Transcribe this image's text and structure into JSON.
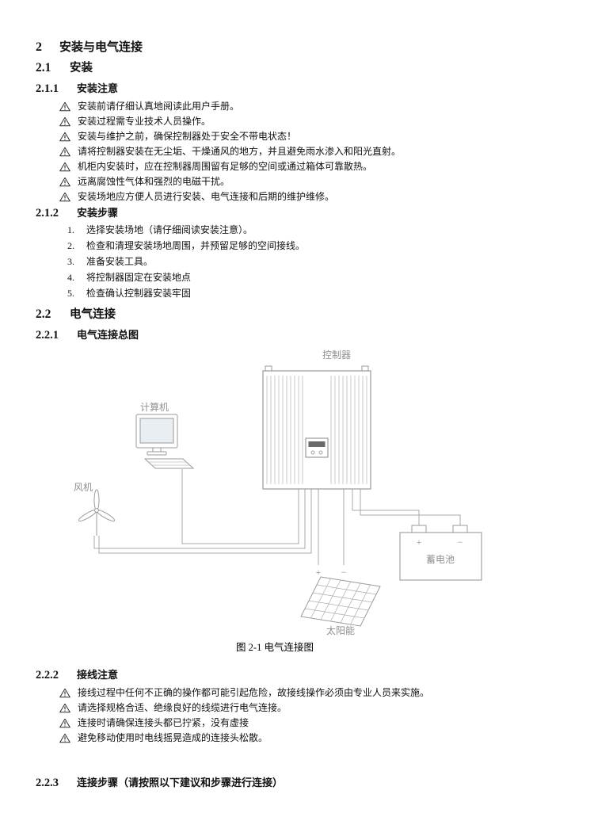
{
  "page": {
    "sections": {
      "s2": {
        "num": "2",
        "title": "安装与电气连接"
      },
      "s21": {
        "num": "2.1",
        "title": "安装"
      },
      "s211": {
        "num": "2.1.1",
        "title": "安装注意",
        "items": [
          "安装前请仔细认真地阅读此用户手册。",
          "安装过程需专业技术人员操作。",
          "安装与维护之前，确保控制器处于安全不带电状态！",
          "请将控制器安装在无尘垢、干燥通风的地方，并且避免雨水渗入和阳光直射。",
          "机柜内安装时，应在控制器周围留有足够的空间或通过箱体可靠散热。",
          "远离腐蚀性气体和强烈的电磁干扰。",
          "安装场地应方便人员进行安装、电气连接和后期的维护维修。"
        ]
      },
      "s212": {
        "num": "2.1.2",
        "title": "安装步骤",
        "items": [
          {
            "n": "1.",
            "text": "选择安装场地（请仔细阅读安装注意）。"
          },
          {
            "n": "2.",
            "text": "检查和清理安装场地周围，并预留足够的空间接线。"
          },
          {
            "n": "3.",
            "text": "准备安装工具。"
          },
          {
            "n": "4.",
            "text": "将控制器固定在安装地点"
          },
          {
            "n": "5.",
            "text": "检查确认控制器安装牢固"
          }
        ]
      },
      "s22": {
        "num": "2.2",
        "title": "电气连接"
      },
      "s221": {
        "num": "2.2.1",
        "title": "电气连接总图"
      },
      "s222": {
        "num": "2.2.2",
        "title": "接线注意",
        "items": [
          "接线过程中任何不正确的操作都可能引起危险，故接线操作必须由专业人员来实施。",
          "请选择规格合适、绝缘良好的线缆进行电气连接。",
          "连接时请确保连接头都已拧紧，没有虚接",
          "避免移动使用时电线摇晃造成的连接头松散。"
        ]
      },
      "s223": {
        "num": "2.2.3",
        "title": "连接步骤（请按照以下建议和步骤进行连接）"
      }
    },
    "diagram": {
      "controller_label": "控制器",
      "computer_label": "计算机",
      "wind_label": "风机",
      "battery_label": "蓄电池",
      "solar_label": "太阳能",
      "solar_plus": "+",
      "solar_minus": "−",
      "battery_plus": "+",
      "battery_minus": "−",
      "caption": "图 2-1 电气连接图"
    },
    "colors": {
      "diagram_line": "#a9a9a9",
      "diagram_label": "#8f8f8f",
      "text": "#000000",
      "background": "#ffffff"
    }
  }
}
